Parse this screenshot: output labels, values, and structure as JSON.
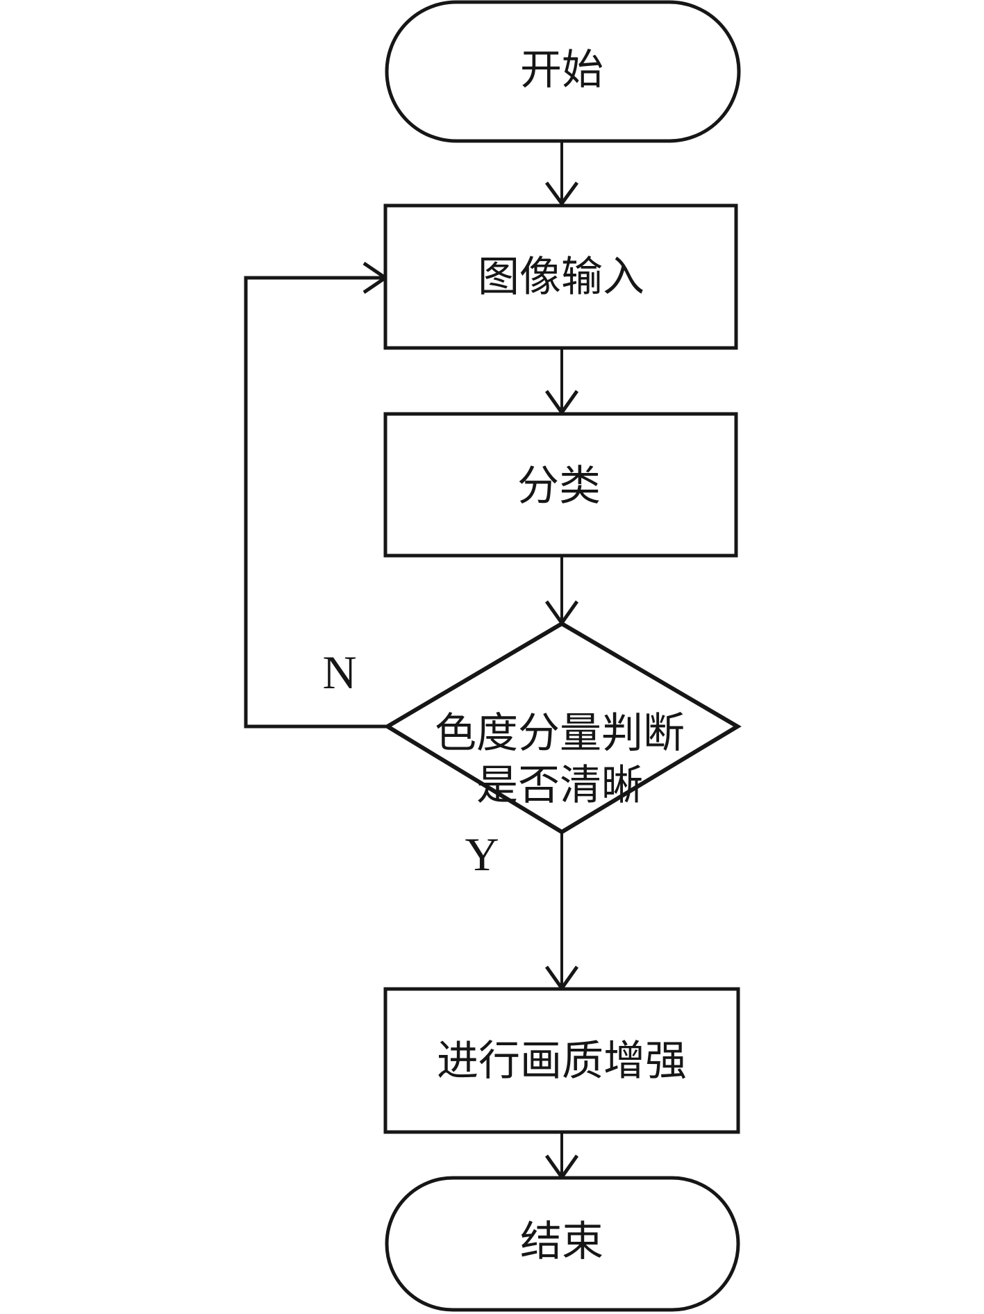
{
  "diagram": {
    "type": "flowchart",
    "background_color": "#ffffff",
    "stroke_color": "#161616",
    "text_color": "#161616",
    "nodes": [
      {
        "id": "start",
        "shape": "stadium",
        "label": "开始"
      },
      {
        "id": "image-input",
        "shape": "process",
        "label": "图像输入"
      },
      {
        "id": "classify",
        "shape": "process",
        "label": "分类"
      },
      {
        "id": "decision",
        "shape": "decision",
        "label": "色度分量判断是否清晰",
        "lines": [
          "色度分量判断",
          "是否清晰"
        ]
      },
      {
        "id": "enhance",
        "shape": "process",
        "label": "进行画质增强"
      },
      {
        "id": "end",
        "shape": "stadium",
        "label": "结束"
      }
    ],
    "edges": [
      {
        "from": "start",
        "to": "image-input",
        "label": ""
      },
      {
        "from": "image-input",
        "to": "classify",
        "label": ""
      },
      {
        "from": "classify",
        "to": "decision",
        "label": ""
      },
      {
        "from": "decision",
        "to": "image-input",
        "label": "N"
      },
      {
        "from": "decision",
        "to": "enhance",
        "label": "Y"
      },
      {
        "from": "enhance",
        "to": "end",
        "label": ""
      }
    ]
  }
}
